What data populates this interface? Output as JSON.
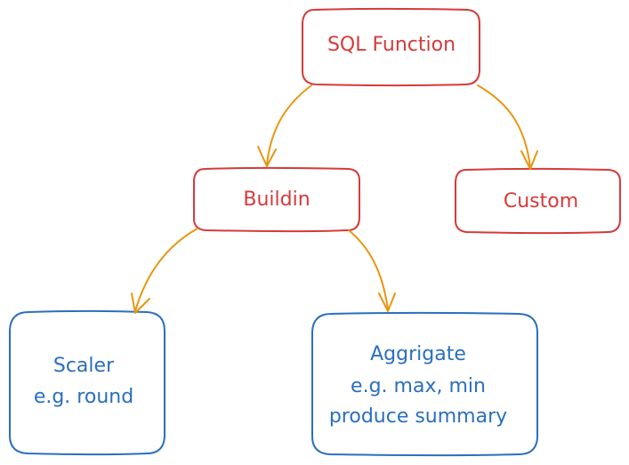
{
  "nodes": {
    "sql_function": {
      "label": "SQL Function"
    },
    "buildin": {
      "label": "Buildin"
    },
    "custom": {
      "label": "Custom"
    },
    "scaler": {
      "lines": [
        "Scaler",
        "e.g. round"
      ]
    },
    "aggrigate": {
      "lines": [
        "Aggrigate",
        "e.g. max, min",
        "produce summary"
      ]
    }
  },
  "edges": [
    {
      "from": "SQL Function",
      "to": "Buildin"
    },
    {
      "from": "SQL Function",
      "to": "Custom"
    },
    {
      "from": "Buildin",
      "to": "Scaler e.g. round"
    },
    {
      "from": "Buildin",
      "to": "Aggrigate e.g. max, min produce summary"
    }
  ],
  "colors": {
    "primary_node": "#d63a3a",
    "leaf_node": "#2a6fbf",
    "edge": "#e8960f"
  }
}
